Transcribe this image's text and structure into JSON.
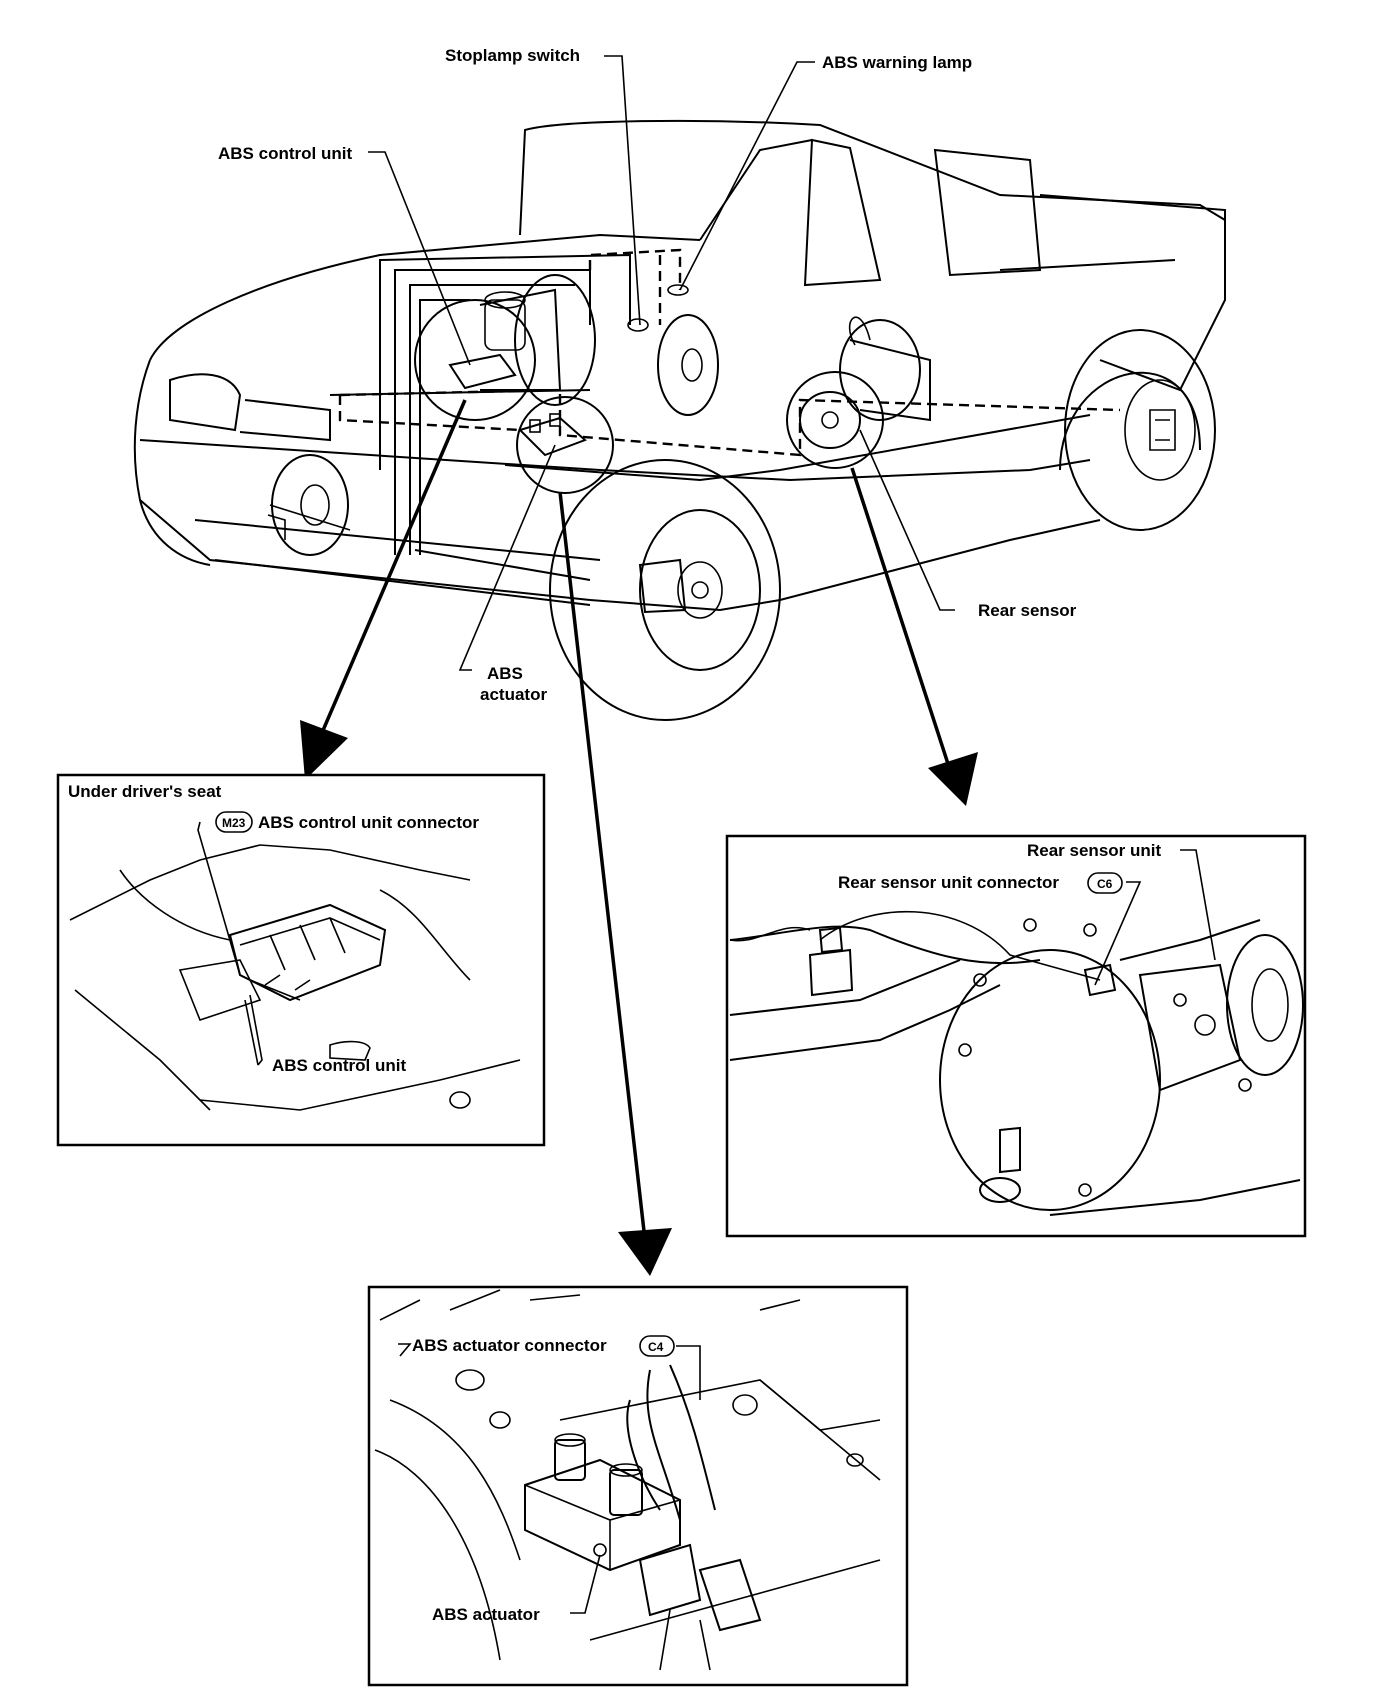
{
  "labels": {
    "stoplamp_switch": "Stoplamp switch",
    "abs_warning_lamp": "ABS warning lamp",
    "abs_control_unit": "ABS control unit",
    "rear_sensor": "Rear sensor",
    "abs_actuator_line1": "ABS",
    "abs_actuator_line2": "actuator"
  },
  "panel_seat": {
    "title": "Under driver's seat",
    "connector_code": "M23",
    "connector_label": "ABS control unit connector",
    "unit_label": "ABS control unit"
  },
  "panel_rear": {
    "unit_label": "Rear sensor unit",
    "connector_label": "Rear sensor unit connector",
    "connector_code": "C6"
  },
  "panel_actuator": {
    "connector_label": "ABS actuator connector",
    "connector_code": "C4",
    "actuator_label": "ABS actuator"
  },
  "colors": {
    "ink": "#000000",
    "paper": "#ffffff"
  }
}
